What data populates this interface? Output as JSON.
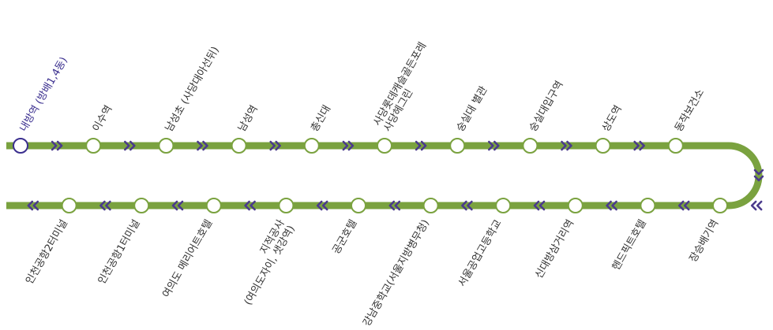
{
  "colors": {
    "line": "#7aa23f",
    "station_stroke": "#7aa23f",
    "station_fill": "#ffffff",
    "current_stroke": "#3b2f8f",
    "chevron": "#4a3a8c",
    "label": "#333333",
    "current_label": "#3b2f8f"
  },
  "current_stop": {
    "name": "내방역 (방배1,4동)",
    "icon": "current-stop-marker"
  },
  "top_row": {
    "direction": "right",
    "stops": [
      {
        "lines": [
          "이수역"
        ]
      },
      {
        "lines": [
          "남성초 (사당대아선뒤)"
        ]
      },
      {
        "lines": [
          "남성역"
        ]
      },
      {
        "lines": [
          "총신대"
        ]
      },
      {
        "lines": [
          "사당롯데캐슬골든포레",
          "사당헤그린"
        ]
      },
      {
        "lines": [
          "숭실대 별관"
        ]
      },
      {
        "lines": [
          "숭실대입구역"
        ]
      },
      {
        "lines": [
          "상도역"
        ]
      },
      {
        "lines": [
          "동작보건소"
        ]
      }
    ]
  },
  "bottom_row": {
    "direction": "left",
    "stops": [
      {
        "lines": [
          "장승배기역"
        ]
      },
      {
        "lines": [
          "헨드픽트호텔"
        ]
      },
      {
        "lines": [
          "신대방삼거리역"
        ]
      },
      {
        "lines": [
          "서울공업고등학교"
        ]
      },
      {
        "lines": [
          "강남중학교(서울지방병무청)"
        ]
      },
      {
        "lines": [
          "공군호텔"
        ]
      },
      {
        "lines": [
          "지적공사",
          "(여의도자이, 샛강역)"
        ]
      },
      {
        "lines": [
          "여의도 메리어트호텔"
        ]
      },
      {
        "lines": [
          "인천공항1터미널"
        ]
      },
      {
        "lines": [
          "인천공항2터미널"
        ]
      }
    ]
  }
}
